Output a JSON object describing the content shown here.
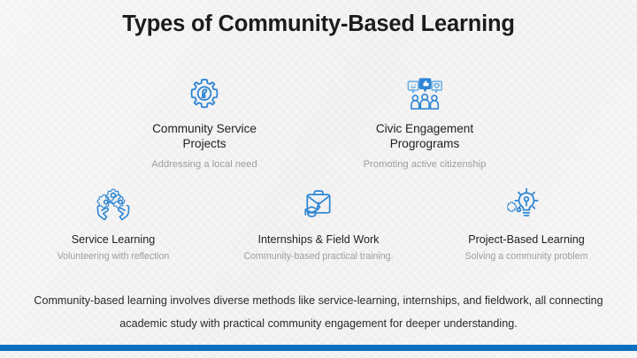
{
  "slide": {
    "title": "Types of Community-Based Learning",
    "summary": "Community-based learning involves diverse methods like service-learning, internships, and fieldwork, all connecting academic study with practical community engagement for deeper understanding.",
    "background_color": "#f2f2f2",
    "accent_color": "#0d6fc0",
    "title_color": "#1c1c1c",
    "label_color": "#1f1f1f",
    "subtitle_color": "#9d9d9d"
  },
  "cards": [
    {
      "icon": "gear-wrench-icon",
      "label": "Community Service\nProjects",
      "sub": "Addressing a local need"
    },
    {
      "icon": "people-speech-bubbles-icon",
      "label": "Civic Engagement\nProgrograms",
      "sub": "Promoting active citizenship"
    },
    {
      "icon": "hands-holding-gears-icon",
      "label": "Service Learning",
      "sub": "Volunteering with reflection"
    },
    {
      "icon": "briefcase-graduation-cap-icon",
      "label": "Internships & Field Work",
      "sub": "Community-based practical training."
    },
    {
      "icon": "lightbulb-gear-icon",
      "label": "Project-Based Learning",
      "sub": "Solving a community problem"
    }
  ]
}
